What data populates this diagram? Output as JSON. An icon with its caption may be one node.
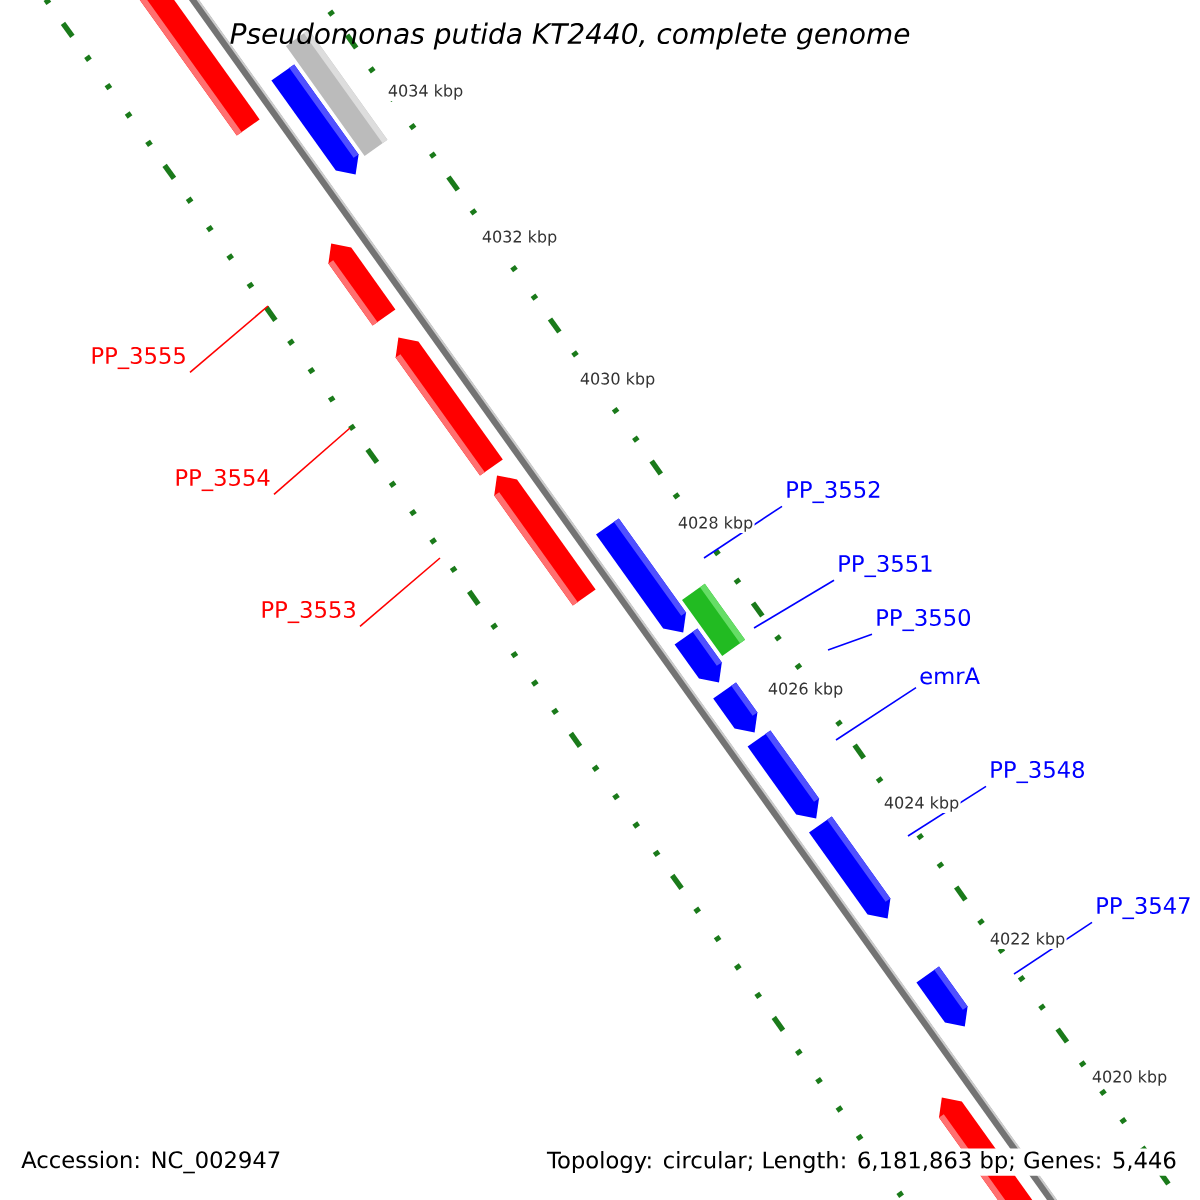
{
  "diagram": {
    "title": "*Pseudomonas putida* KT2440, complete genome",
    "nodes": [
      {
        "text": [
          "PP_3555"
        ]
      },
      {
        "text": [
          "PP_3554"
        ]
      },
      {
        "text": [
          "PP_3553"
        ]
      },
      {
        "text": [
          "PP_3552"
        ]
      },
      {
        "text": [
          "PP_3551"
        ]
      },
      {
        "text": [
          "PP_3550"
        ]
      },
      {
        "text": [
          "emrA"
        ]
      },
      {
        "text": [
          "PP_3548"
        ]
      },
      {
        "text": [
          "PP_3547"
        ]
      }
    ],
    "edges": [
      {
        "from": 0,
        "to": null,
        "arrow": "none",
        "color": "#ff0000"
      },
      {
        "from": 1,
        "to": null,
        "arrow": "none",
        "color": "#ff0000"
      },
      {
        "from": 2,
        "to": null,
        "arrow": "none",
        "color": "#ff0000"
      },
      {
        "from": 3,
        "to": null,
        "arrow": "none"
      },
      {
        "from": 4,
        "to": null,
        "arrow": "none"
      },
      {
        "from": 5,
        "to": null,
        "arrow": "none"
      },
      {
        "from": 6,
        "to": null,
        "arrow": "none"
      },
      {
        "from": 7,
        "to": null,
        "arrow": "none"
      },
      {
        "from": 8,
        "to": null,
        "arrow": "none"
      }
    ],
    "labels": [
      "4034 kbp",
      "4032 kbp",
      "4030 kbp",
      "4028 kbp",
      "4026 kbp",
      "4024 kbp",
      "4022 kbp",
      "4020 kbp",
      "Accession: NC_002947",
      "Topology: circular; Length: 6,181,863 bp; Genes: 5,446"
    ]
  }
}
